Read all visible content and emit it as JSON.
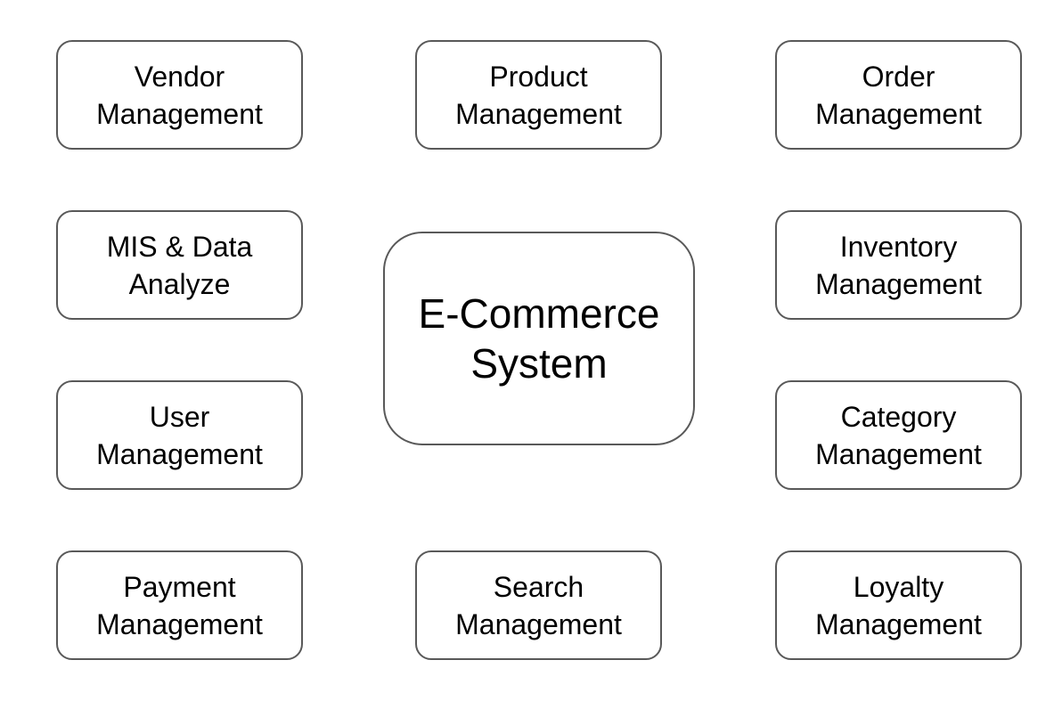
{
  "center": {
    "line1": "E-Commerce",
    "line2": "System"
  },
  "modules": [
    {
      "line1": "Vendor",
      "line2": "Management"
    },
    {
      "line1": "Product",
      "line2": "Management"
    },
    {
      "line1": "Order",
      "line2": "Management"
    },
    {
      "line1": "MIS & Data",
      "line2": "Analyze"
    },
    {
      "line1": "Inventory",
      "line2": "Management"
    },
    {
      "line1": "User",
      "line2": "Management"
    },
    {
      "line1": "Category",
      "line2": "Management"
    },
    {
      "line1": "Payment",
      "line2": "Management"
    },
    {
      "line1": "Search",
      "line2": "Management"
    },
    {
      "line1": "Loyalty",
      "line2": "Management"
    }
  ]
}
